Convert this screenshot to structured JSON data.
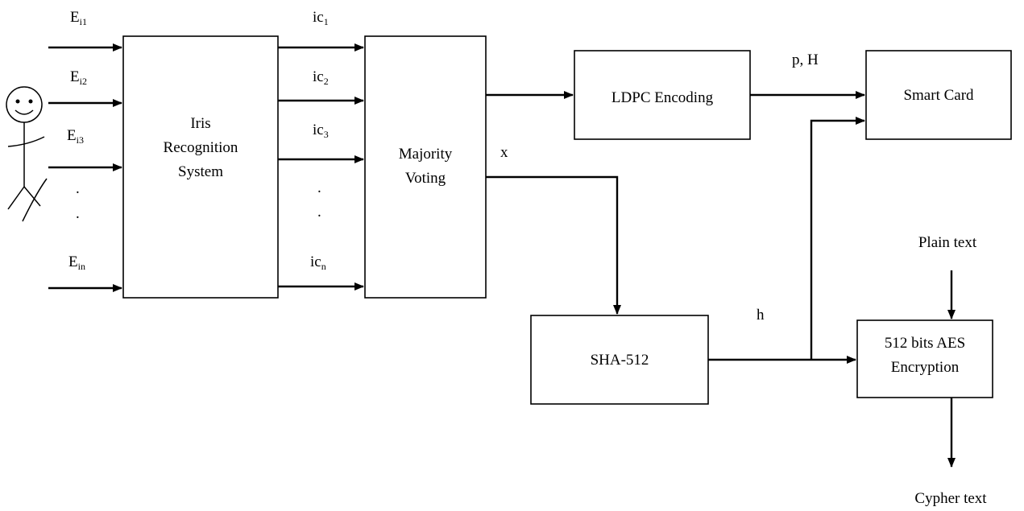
{
  "blocks": {
    "iris_line1": "Iris",
    "iris_line2": "Recognition",
    "iris_line3": "System",
    "majority_line1": "Majority",
    "majority_line2": "Voting",
    "ldpc": "LDPC Encoding",
    "smart_card": "Smart Card",
    "sha": "SHA-512",
    "aes_line1": "512 bits AES",
    "aes_line2": "Encryption"
  },
  "inputs": [
    {
      "base": "E",
      "sub": "i1"
    },
    {
      "base": "E",
      "sub": "i2"
    },
    {
      "base": "E",
      "sub": "i3"
    },
    {
      "base": "E",
      "sub": "in"
    }
  ],
  "outputs": [
    {
      "base": "ic",
      "sub": "1"
    },
    {
      "base": "ic",
      "sub": "2"
    },
    {
      "base": "ic",
      "sub": "3"
    },
    {
      "base": "ic",
      "sub": "n"
    }
  ],
  "ellipsis": ".",
  "signals": {
    "x": "x",
    "h": "h",
    "pH": "p, H",
    "plain_text": "Plain text",
    "cypher_text": "Cypher text"
  }
}
